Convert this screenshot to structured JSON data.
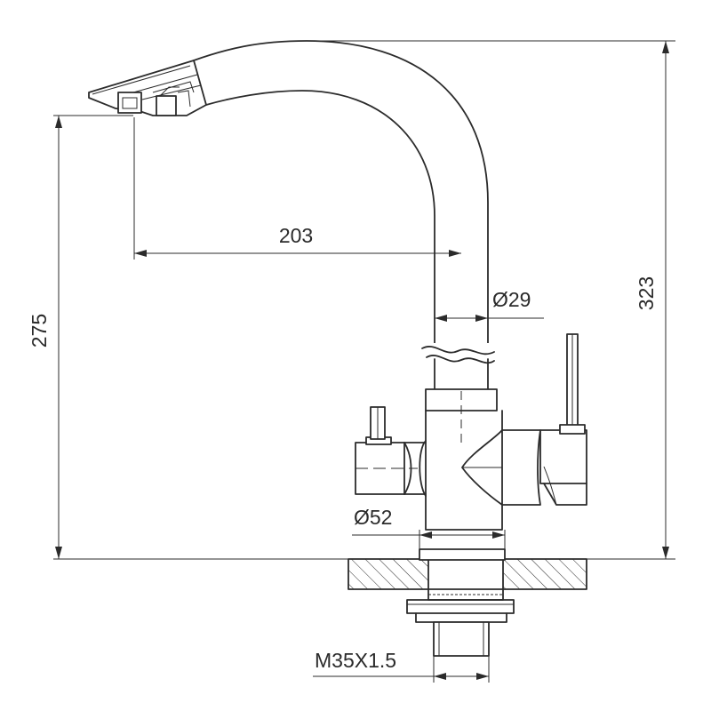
{
  "dimensions": {
    "total_height": "323",
    "spout_height": "275",
    "reach": "203",
    "tube_diameter": "Ø29",
    "base_diameter": "Ø52",
    "thread": "M35X1.5"
  }
}
